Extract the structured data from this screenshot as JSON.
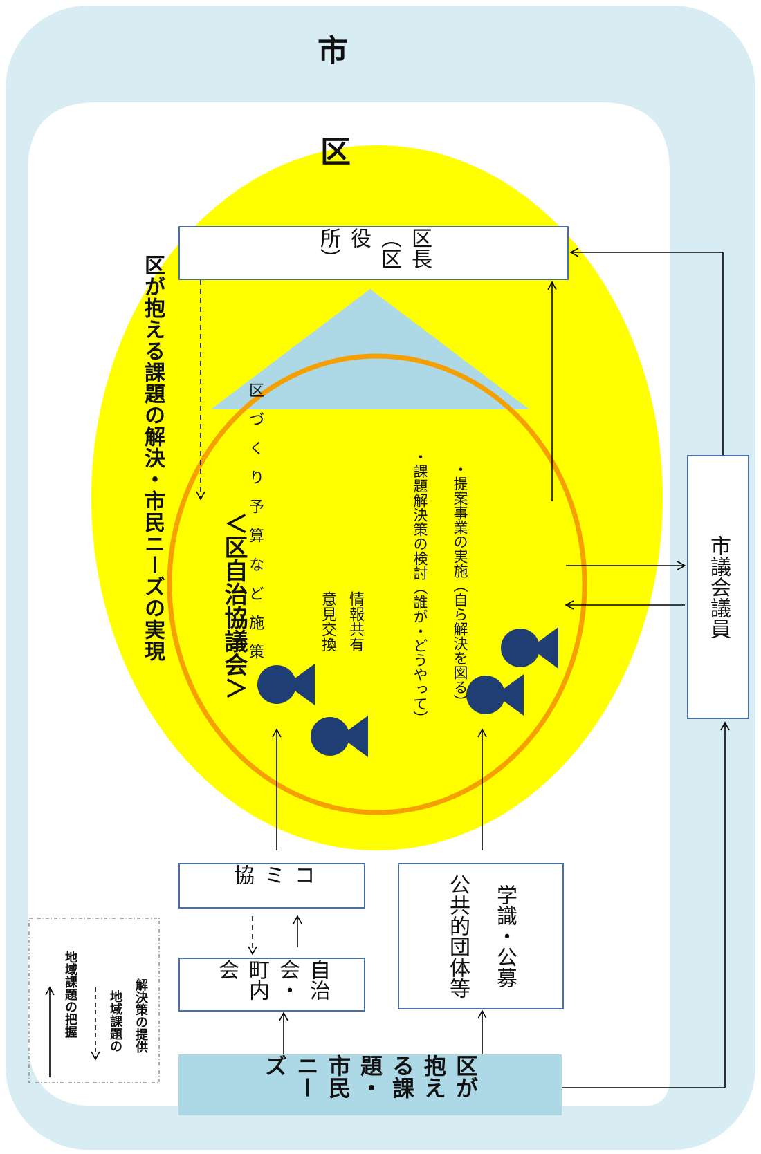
{
  "city": {
    "label": "市"
  },
  "ward": {
    "label": "区"
  },
  "ward_goal": "区が抱える課題の解決・市民ニーズの実現",
  "ward_chief": "区長（区役所）",
  "policy_triangle": "区づくり予算など施策",
  "council": {
    "title": "＜区自治協議会＞",
    "activity_1": "意見交換",
    "activity_2": "情報共有",
    "task_1": "・課題解決策の検討（誰が・どうやって）",
    "task_2": "・提案事業の実施（自ら解決を図る）"
  },
  "city_councilor": "市議会議員",
  "komikyo": "コミ協",
  "neighborhood": "自治会・町内会",
  "public_orgs": {
    "line_1": "公共的団体等",
    "line_2": "学識・公募"
  },
  "issues_box": "区が抱える課題・市民ニーズ",
  "legend": {
    "solid_label": "地域課題の把握",
    "dashed_label_1": "地域課題の",
    "dashed_label_2": "解決策の提供"
  },
  "colors": {
    "city_bg": "#d8ecf3",
    "ward_ellipse": "#ffff00",
    "council_ring": "#f5a000",
    "triangle": "#add8e6",
    "person": "#1f3e74",
    "box_border": "#4a6fa8",
    "issues_bg": "#add8e6"
  }
}
